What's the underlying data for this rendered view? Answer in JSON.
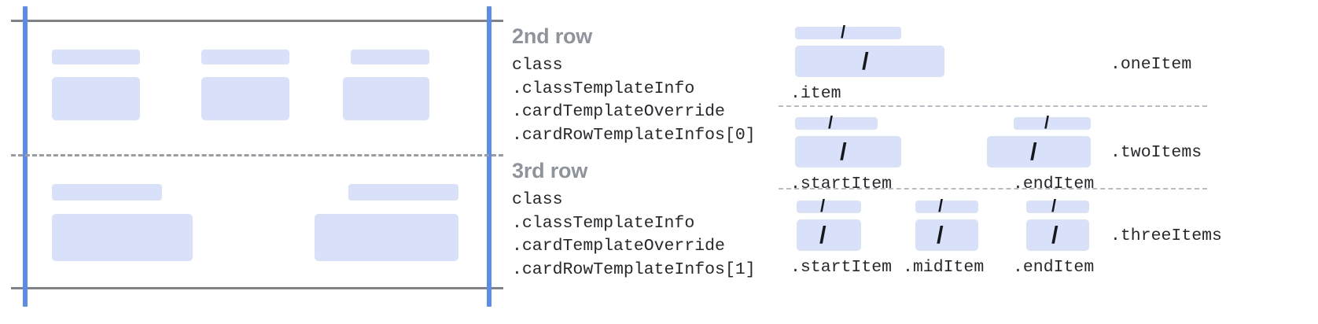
{
  "colors": {
    "placeholder_blue": "#d8e1f9",
    "guide_blue": "#5a8bf0",
    "frame_gray": "#808285",
    "dashed_gray": "#9a9ea3",
    "title_gray": "#8e949b",
    "mono_text": "#26282b"
  },
  "left_card": {
    "name": "card-preview",
    "rows": [
      {
        "name": "card-row-2",
        "groups": [
          {
            "label_bar": "placeholder-bar",
            "content_box": "placeholder-box"
          },
          {
            "label_bar": "placeholder-bar",
            "content_box": "placeholder-box"
          },
          {
            "label_bar": "placeholder-bar",
            "content_box": "placeholder-box"
          }
        ]
      },
      {
        "name": "card-row-3",
        "groups": [
          {
            "label_bar": "placeholder-bar",
            "content_box": "placeholder-box"
          },
          {
            "label_bar": "placeholder-bar",
            "content_box": "placeholder-box"
          }
        ]
      }
    ]
  },
  "row_descriptions": [
    {
      "title": "2nd row",
      "path_lines": [
        "class",
        ".classTemplateInfo",
        ".cardTemplateOverride",
        ".cardRowTemplateInfos[0]"
      ]
    },
    {
      "title": "3rd row",
      "path_lines": [
        "class",
        ".classTemplateInfo",
        ".cardTemplateOverride",
        ".cardRowTemplateInfos[1]"
      ]
    }
  ],
  "variants": [
    {
      "name": ".oneItem",
      "items": [
        {
          "label": ".item",
          "glyph": "/"
        }
      ]
    },
    {
      "name": ".twoItems",
      "items": [
        {
          "label": ".startItem",
          "glyph": "/"
        },
        {
          "label": ".endItem",
          "glyph": "/"
        }
      ]
    },
    {
      "name": ".threeItems",
      "items": [
        {
          "label": ".startItem",
          "glyph": "/"
        },
        {
          "label": ".midItem",
          "glyph": "/"
        },
        {
          "label": ".endItem",
          "glyph": "/"
        }
      ]
    }
  ]
}
